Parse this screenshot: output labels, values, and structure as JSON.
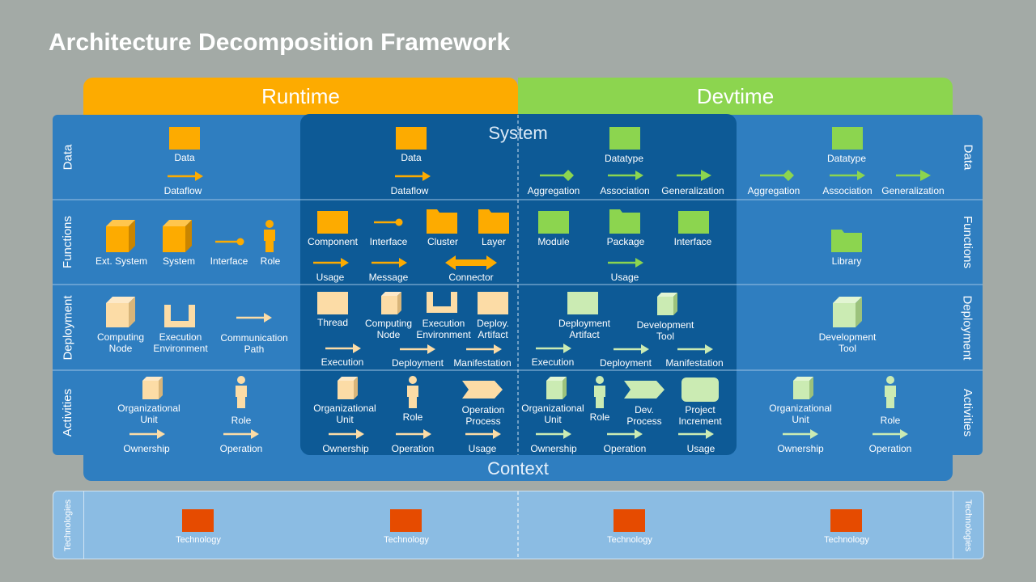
{
  "title": "Architecture Decomposition Framework",
  "headers": {
    "runtime": "Runtime",
    "devtime": "Devtime"
  },
  "system_label": "System",
  "context_label": "Context",
  "rows": {
    "data": "Data",
    "functions": "Functions",
    "deployment": "Deployment",
    "activities": "Activities",
    "technologies": "Technologies"
  },
  "colors": {
    "runtime": "#fdab00",
    "devtime": "#8cd54f",
    "context_band": "#2f7ec0",
    "system_block": "#0d5a96",
    "technology": "#e64b00",
    "deploy_runtime": "#fcdca6",
    "deploy_devtime": "#cbebb3",
    "tech_band": "#8bbce3"
  },
  "labels": {
    "data": "Data",
    "dataflow": "Dataflow",
    "datatype": "Datatype",
    "aggregation": "Aggregation",
    "association": "Association",
    "generalization": "Generalization",
    "ext_system": "Ext. System",
    "system": "System",
    "interface": "Interface",
    "role": "Role",
    "component": "Component",
    "cluster": "Cluster",
    "layer": "Layer",
    "usage": "Usage",
    "message": "Message",
    "connector": "Connector",
    "module": "Module",
    "package": "Package",
    "library": "Library",
    "computing_node": "Computing Node",
    "execution_environment": "Execution Environment",
    "communication_path": "Communication Path",
    "thread": "Thread",
    "deploy_artifact": "Deploy. Artifact",
    "execution": "Execution",
    "deployment": "Deployment",
    "manifestation": "Manifestation",
    "deployment_artifact": "Deployment Artifact",
    "development_tool": "Development Tool",
    "organizational_unit": "Organizational Unit",
    "ownership": "Ownership",
    "operation": "Operation",
    "operation_process": "Operation Process",
    "dev_process": "Dev. Process",
    "project_increment": "Project Increment",
    "technology": "Technology"
  }
}
